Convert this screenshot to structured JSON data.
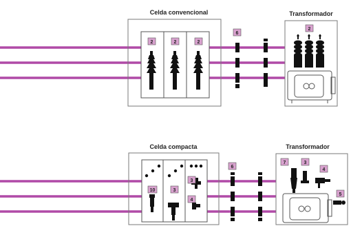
{
  "colors": {
    "cable": "#b04aa7",
    "box_border": "#7a7a7a",
    "badge_fill": "#d9a2cf",
    "ink": "#111111",
    "background": "#ffffff"
  },
  "top": {
    "cell_label": "Celda convencional",
    "transformer_label": "Transformador",
    "badges": {
      "terminal_1": "2",
      "terminal_2": "2",
      "terminal_3": "2",
      "cable_joint": "6",
      "transformer_bushings": "2"
    }
  },
  "bottom": {
    "cell_label": "Celda compacta",
    "transformer_label": "Transformador",
    "badges": {
      "connector_a": "10",
      "connector_b": "3",
      "connector_c": "3",
      "connector_d": "4",
      "cable_joint": "6",
      "transformer_left": "7",
      "transformer_mid": "3",
      "transformer_right": "4",
      "transformer_output": "5"
    }
  }
}
